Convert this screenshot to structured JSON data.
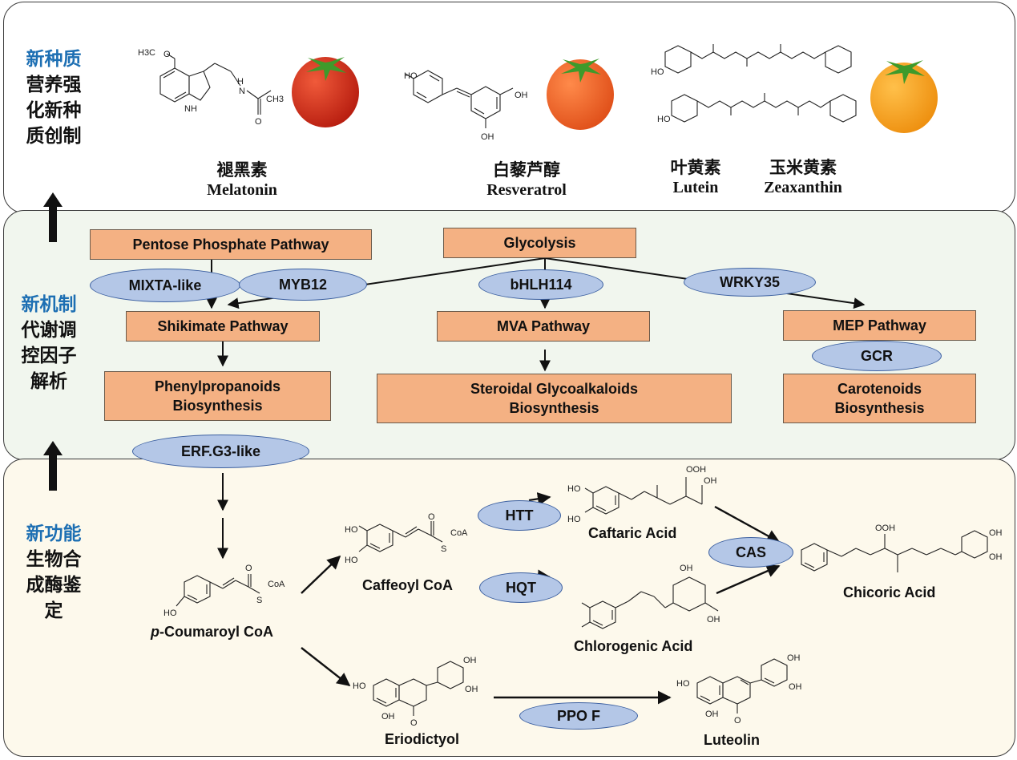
{
  "sections": {
    "top": {
      "label_hl": "新种质",
      "label_rest": [
        "营养强",
        "化新种",
        "质创制"
      ]
    },
    "mid": {
      "label_hl": "新机制",
      "label_rest": [
        "代谢调",
        "控因子",
        "解析"
      ]
    },
    "bot": {
      "label_hl": "新功能",
      "label_rest": [
        "生物合",
        "成酶鉴",
        "定"
      ]
    }
  },
  "products": {
    "melatonin": {
      "cn": "褪黑素",
      "en": "Melatonin"
    },
    "resveratrol": {
      "cn": "白藜芦醇",
      "en": "Resveratrol"
    },
    "lutein": {
      "cn": "叶黄素",
      "en": "Lutein"
    },
    "zeaxanthin": {
      "cn": "玉米黄素",
      "en": "Zeaxanthin"
    }
  },
  "tomato_colors": {
    "red": "#d92b1a",
    "orange_red": "#f05a1e",
    "orange": "#f7a21b",
    "leaf": "#3e9a2b"
  },
  "pathways": {
    "pentose": "Pentose Phosphate Pathway",
    "glycolysis": "Glycolysis",
    "shikimate": "Shikimate Pathway",
    "mva": "MVA Pathway",
    "mep": "MEP Pathway",
    "phenyl": [
      "Phenylpropanoids",
      "Biosynthesis"
    ],
    "steroidal": [
      "Steroidal Glycoalkaloids",
      "Biosynthesis"
    ],
    "carotenoids": [
      "Carotenoids",
      "Biosynthesis"
    ]
  },
  "regulators": {
    "mixta": "MIXTA-like",
    "myb12": "MYB12",
    "bhlh": "bHLH114",
    "wrky": "WRKY35",
    "gcr": "GCR",
    "erf": "ERF.G3-like"
  },
  "enzymes": {
    "htt": "HTT",
    "hqt": "HQT",
    "cas": "CAS",
    "ppo": "PPO F"
  },
  "compounds": {
    "coumaroyl_italic": "p",
    "coumaroyl_rest": "-Coumaroyl CoA",
    "caffeoyl": "Caffeoyl CoA",
    "caftaric": "Caftaric Acid",
    "chlorogenic": "Chlorogenic Acid",
    "chicoric": "Chicoric Acid",
    "eriodictyol": "Eriodictyol",
    "luteolin": "Luteolin"
  },
  "chem_labels": {
    "h3co": "H3C",
    "o": "O",
    "h": "H",
    "n": "N",
    "nh": "NH",
    "ch3": "CH3",
    "ho": "HO",
    "oh": "OH",
    "s": "S",
    "coa": "CoA",
    "ooh": "OOH"
  },
  "colors": {
    "box_fill": "#f4b183",
    "ellipse_fill": "#b4c7e7",
    "accent": "#1d6fb3"
  }
}
